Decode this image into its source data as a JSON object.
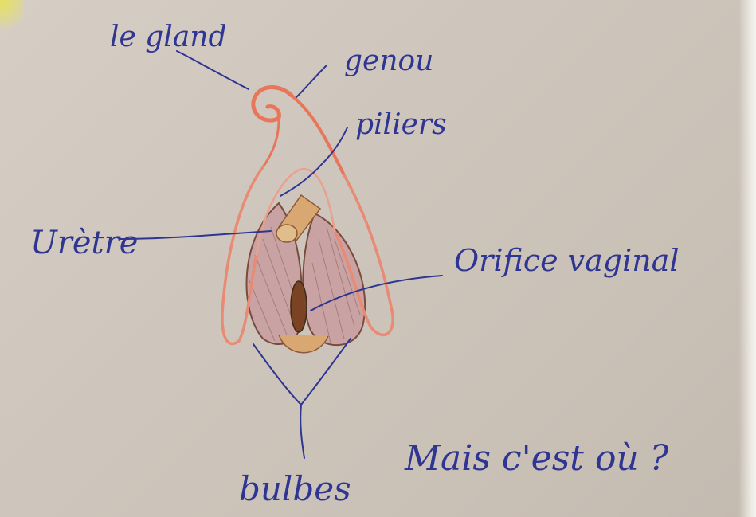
{
  "colors": {
    "paper": "#cec6bc",
    "outline": "#e8765a",
    "ink": "#2e3592",
    "fill_pink": "#c9a3a4",
    "fill_orange": "#d8a772"
  },
  "labels": {
    "gland": "le gland",
    "genou": "genou",
    "piliers": "piliers",
    "uretre": "Urètre",
    "orifice": "Orifice vaginal",
    "bulbes": "bulbes",
    "question": "Mais c'est où ?"
  }
}
